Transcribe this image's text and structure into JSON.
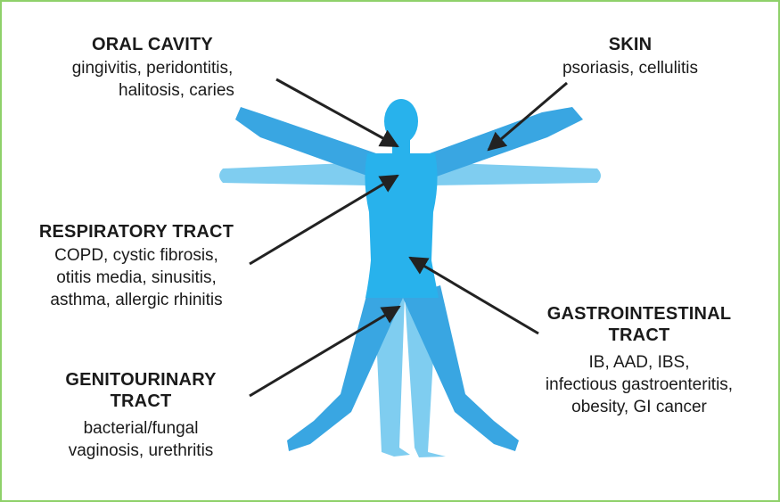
{
  "regions": {
    "oral": {
      "title": "ORAL CAVITY",
      "line1": "gingivitis, peridontitis,",
      "line2": "halitosis, caries"
    },
    "skin": {
      "title": "SKIN",
      "line1": "psoriasis, cellulitis"
    },
    "respiratory": {
      "title": "RESPIRATORY TRACT",
      "line1": "COPD, cystic fibrosis,",
      "line2": "otitis media, sinusitis,",
      "line3": "asthma, allergic rhinitis"
    },
    "gastro": {
      "title1": "GASTROINTESTINAL",
      "title2": "TRACT",
      "line1": "IB, AAD, IBS,",
      "line2": "infectious gastroenteritis,",
      "line3": "obesity, GI cancer"
    },
    "genito": {
      "title1": "GENITOURINARY",
      "title2": "TRACT",
      "line1": "bacterial/fungal",
      "line2": "vaginosis, urethritis"
    }
  },
  "colors": {
    "frame_border": "#8fd16a",
    "body_light": "#7fcdf0",
    "body_mid": "#39a6e2",
    "body_main": "#28b2ec",
    "arrow": "#222222"
  }
}
